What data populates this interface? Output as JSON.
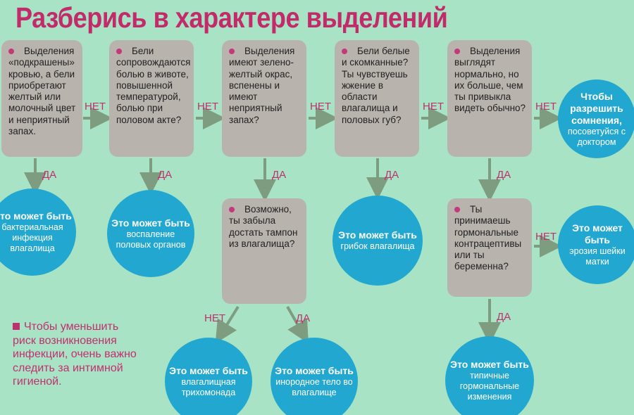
{
  "title": "Разберись в характере выделений",
  "labels": {
    "no": "НЕТ",
    "yes": "ДА"
  },
  "questions": [
    "Выделения «подкрашены» кровью, а бели приобретают желтый или молочный цвет и неприятный запах.",
    "Бели сопровождаются болью в животе, повышенной температурой, болью при половом акте?",
    "Выделения имеют зелено-желтый окрас, вспенены и имеют неприятный запах?",
    "Бели белые и скомканные? Ты чувствуешь жжение в области влагалища и половых губ?",
    "Выделения выглядят нормально, но их больше, чем ты привыкла видеть обычно?",
    "Возможно, ты забыла достать тампон из влагалища?",
    "Ты принимаешь гормональные контрацептивы или ты беременна?"
  ],
  "results": {
    "doctor": {
      "bold": "Чтобы разрешить сомнения,",
      "text": "посоветуйся с доктором"
    },
    "prefix": "Это может быть",
    "items": [
      "бактериальная инфекция влагалища",
      "воспаление половых органов",
      "грибок влагалища",
      "эрозия шейки матки",
      "влагалищная трихомонада",
      "инородное тело во влагалище",
      "типичные гормональные изменения"
    ]
  },
  "note": "Чтобы уменьшить риск возникновения инфекции, очень важно следить за интимной гигиеной.",
  "colors": {
    "background": "#a9e3c6",
    "accent": "#c0306e",
    "box": "#b9b3ae",
    "circle": "#22a8d0"
  }
}
